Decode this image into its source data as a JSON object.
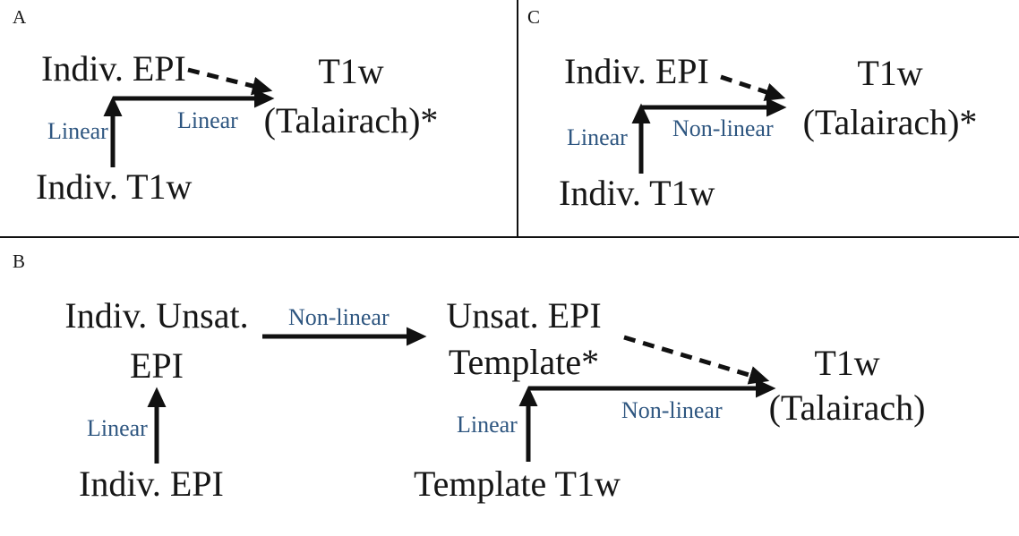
{
  "colors": {
    "background": "#ffffff",
    "text": "#161616",
    "edge_label": "#2e5680",
    "line": "#111111"
  },
  "panel_a": {
    "tag": "A",
    "node_indiv_epi": "Indiv. EPI",
    "node_t1w_talairach_line1": "T1w",
    "node_t1w_talairach_line2": "(Talairach)*",
    "node_indiv_t1w": "Indiv. T1w",
    "label_vertical": "Linear",
    "label_horizontal": "Linear"
  },
  "panel_c": {
    "tag": "C",
    "node_indiv_epi": "Indiv. EPI",
    "node_t1w_talairach_line1": "T1w",
    "node_t1w_talairach_line2": "(Talairach)*",
    "node_indiv_t1w": "Indiv. T1w",
    "label_vertical": "Linear",
    "label_horizontal": "Non-linear"
  },
  "panel_b": {
    "tag": "B",
    "node_indiv_unsat_epi_line1": "Indiv. Unsat.",
    "node_indiv_unsat_epi_line2": "EPI",
    "node_unsat_epi_template_line1": "Unsat. EPI",
    "node_unsat_epi_template_line2": "Template*",
    "node_indiv_epi": "Indiv. EPI",
    "node_template_t1w": "Template T1w",
    "node_t1w_talairach_line1": "T1w",
    "node_t1w_talairach_line2": "(Talairach)",
    "label_left_vertical": "Linear",
    "label_top_horizontal": "Non-linear",
    "label_right_vertical": "Linear",
    "label_bottom_horizontal": "Non-linear"
  }
}
